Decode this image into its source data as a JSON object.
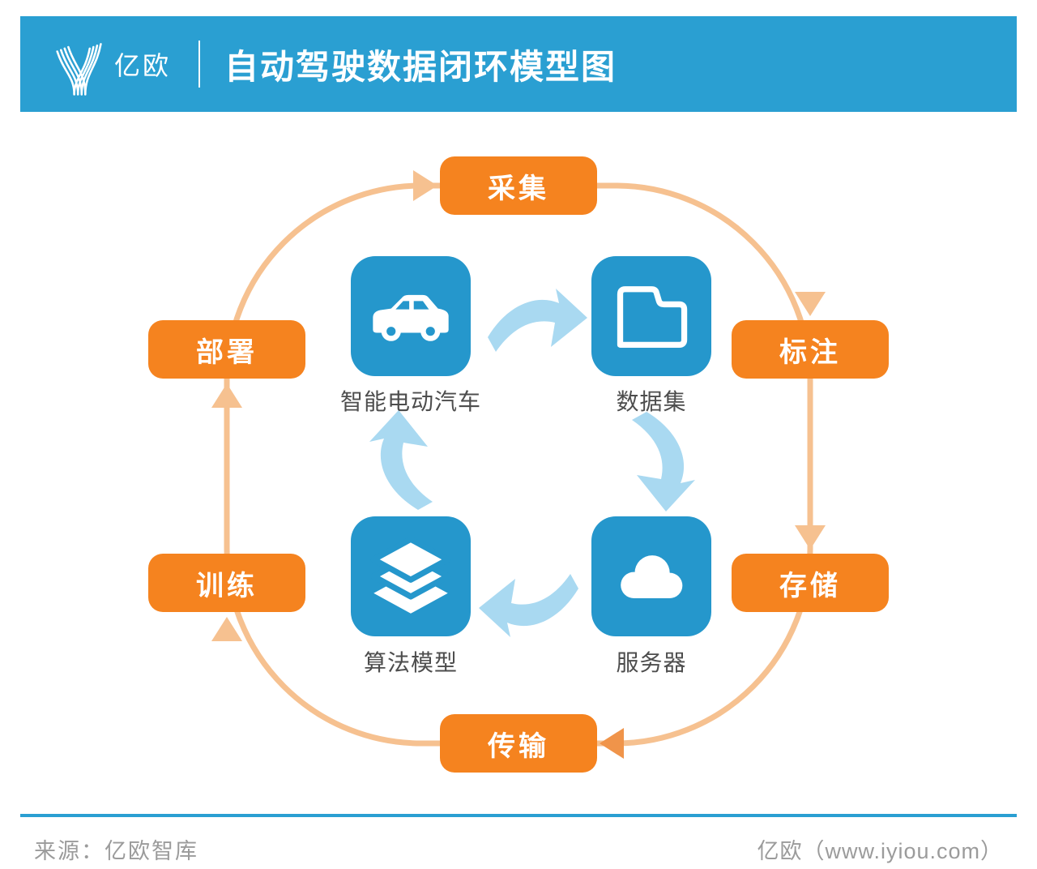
{
  "header": {
    "brand": "亿欧",
    "title": "自动驾驶数据闭环模型图"
  },
  "outer_steps": [
    {
      "id": "caiji",
      "label": "采集"
    },
    {
      "id": "biaozhu",
      "label": "标注"
    },
    {
      "id": "cunchu",
      "label": "存储"
    },
    {
      "id": "chuanshu",
      "label": "传输"
    },
    {
      "id": "xunlian",
      "label": "训练"
    },
    {
      "id": "bushu",
      "label": "部署"
    }
  ],
  "inner_nodes": [
    {
      "id": "smart-ev",
      "icon": "car-icon",
      "label": "智能电动汽车"
    },
    {
      "id": "dataset",
      "icon": "folder-icon",
      "label": "数据集"
    },
    {
      "id": "server",
      "icon": "cloud-icon",
      "label": "服务器"
    },
    {
      "id": "model",
      "icon": "layers-icon",
      "label": "算法模型"
    }
  ],
  "flow": {
    "outer_cycle_order": [
      "采集",
      "标注",
      "存储",
      "传输",
      "训练",
      "部署"
    ],
    "inner_cycle_order": [
      "智能电动汽车",
      "数据集",
      "服务器",
      "算法模型"
    ]
  },
  "footer": {
    "source": "来源：亿欧智库",
    "credit": "亿欧（www.iyiou.com）"
  },
  "colors": {
    "header_blue": "#2A9FD2",
    "tile_blue": "#2597CC",
    "pill_orange": "#F5831F",
    "ring_peach": "#F6C190",
    "arrowhead_deep_orange": "#F0944A",
    "inner_arrow_blue": "#A9D9F1",
    "label_gray": "#4D4D4D",
    "footer_gray": "#9B9B9B"
  }
}
